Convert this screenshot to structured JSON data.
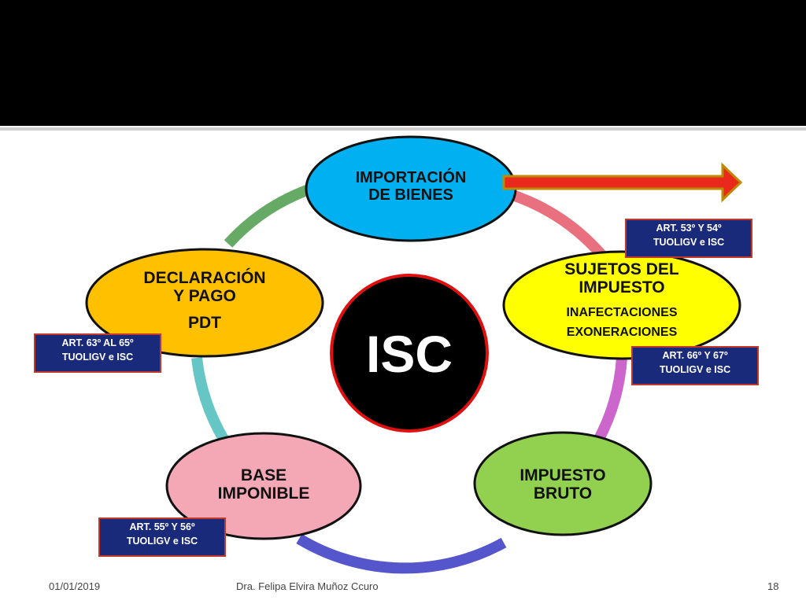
{
  "center": {
    "label": "ISC"
  },
  "nodes": {
    "importacion": {
      "line1": "IMPORTACIÓN",
      "line2": "DE BIENES"
    },
    "sujetos": {
      "line1": "SUJETOS DEL",
      "line2": "IMPUESTO",
      "line3": "INAFECTACIONES",
      "line4": "EXONERACIONES"
    },
    "impuesto_bruto": {
      "line1": "IMPUESTO",
      "line2": "BRUTO"
    },
    "base_imponible": {
      "line1": "BASE",
      "line2": "IMPONIBLE"
    },
    "declaracion": {
      "line1": "DECLARACIÓN",
      "line2": "Y PAGO",
      "line3": "PDT"
    }
  },
  "references": {
    "art53": {
      "line1": "ART. 53º Y 54º",
      "line2": "TUOLIGV e ISC"
    },
    "art66": {
      "line1": "ART. 66º Y 67º",
      "line2": "TUOLIGV e ISC"
    },
    "art55": {
      "line1": "ART. 55º Y 56º",
      "line2": "TUOLIGV e ISC"
    },
    "art63": {
      "line1": "ART. 63º AL 65º",
      "line2": "TUOLIGV e ISC"
    }
  },
  "footer": {
    "date": "01/01/2019",
    "author": "Dra. Felipa Elvira Muñoz Ccuro",
    "page": "18"
  },
  "colors": {
    "importacion": "#00b0f0",
    "sujetos": "#ffff00",
    "impuesto_bruto": "#92d050",
    "base_imponible": "#f4a7b4",
    "declaracion": "#ffc000",
    "ring_red": "#e8707f",
    "ring_purple": "#cc66cc",
    "ring_blue": "#5555cc",
    "ring_teal": "#66c6c6",
    "ring_green": "#66aa66",
    "arrow": "#e8291c",
    "reference_box": "#1a2a7a"
  }
}
